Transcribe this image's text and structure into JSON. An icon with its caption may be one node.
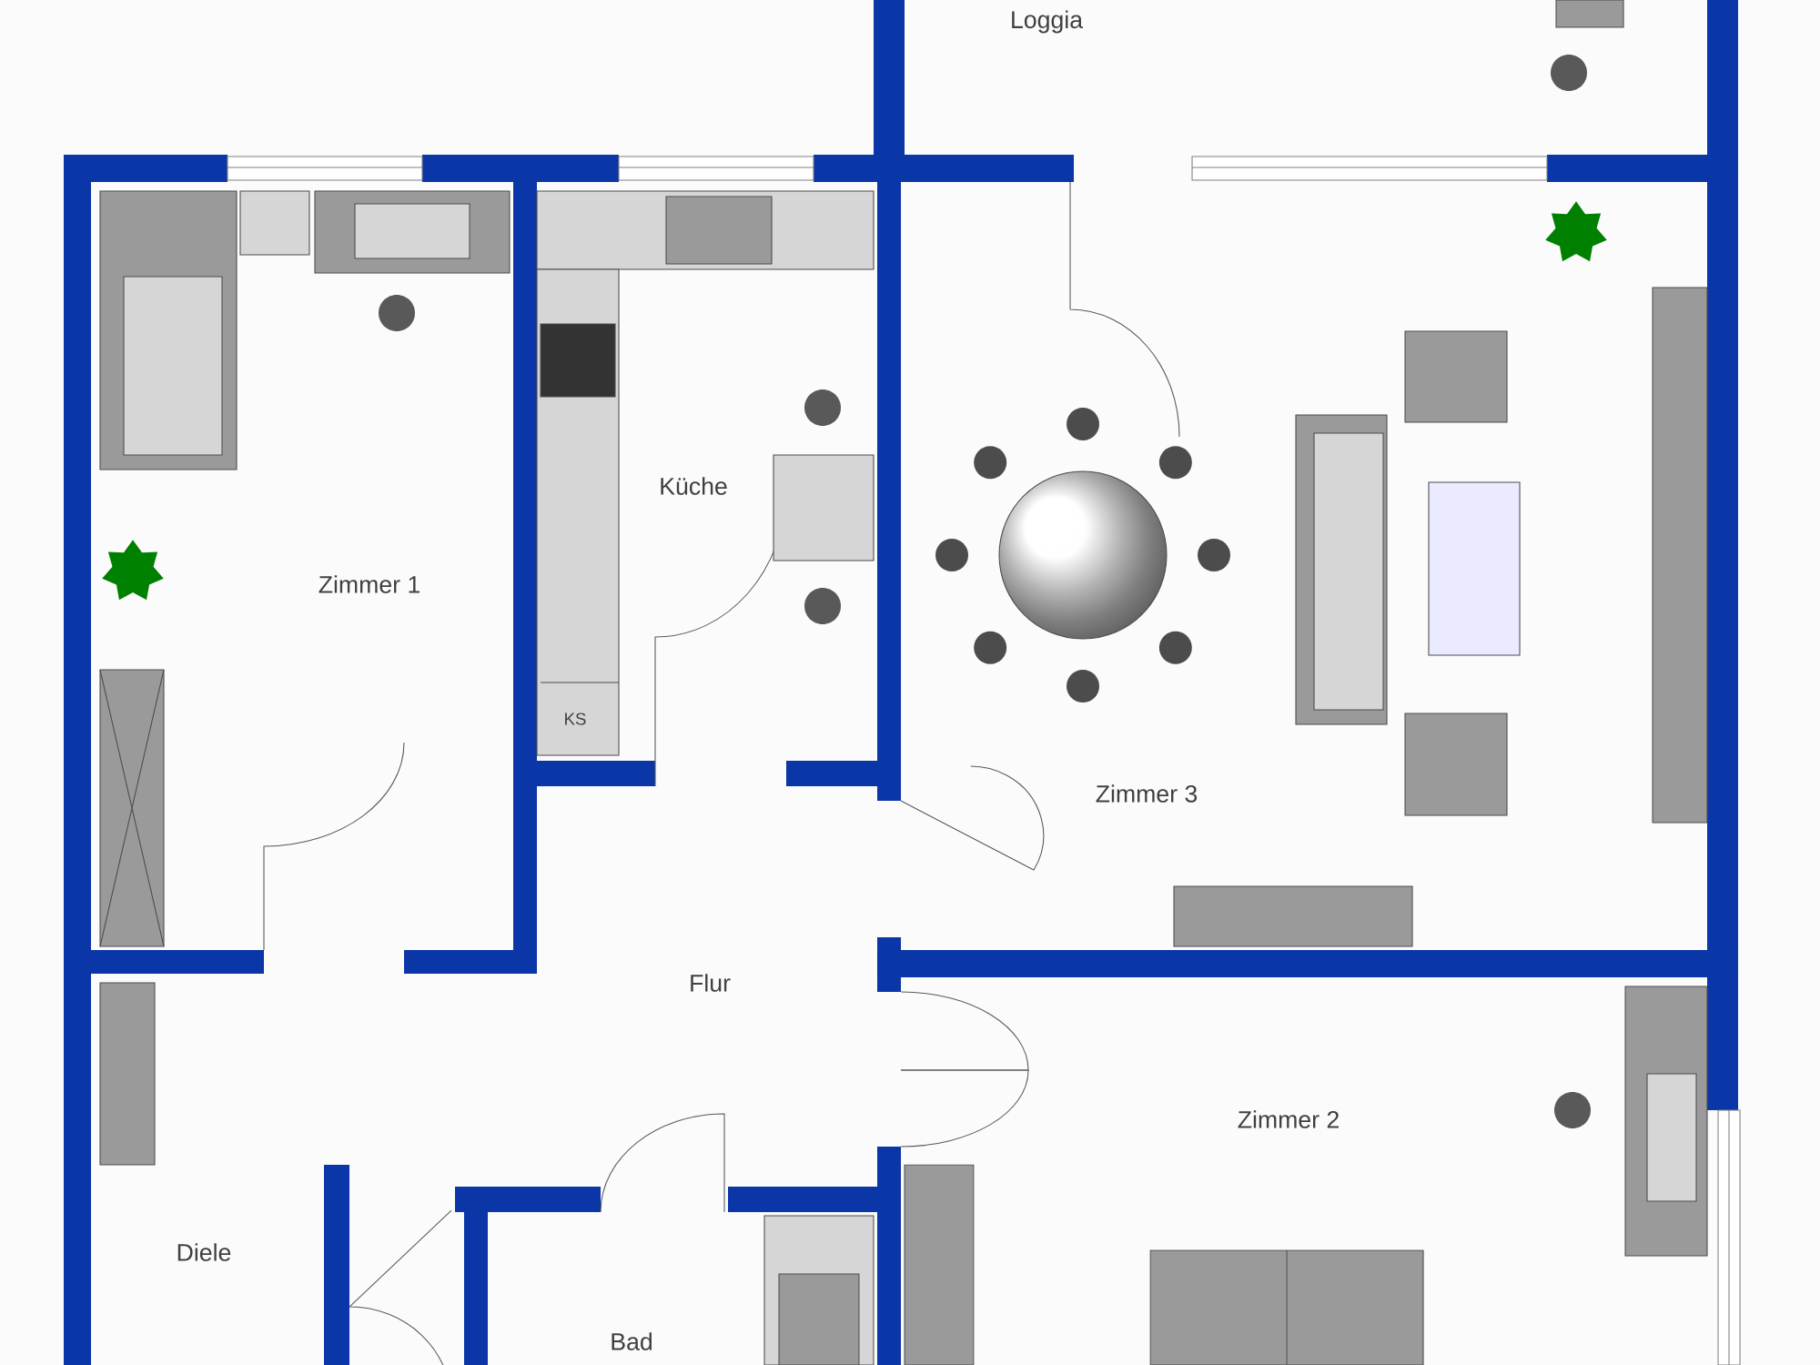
{
  "diagram": {
    "labels": [
      "Loggia",
      "Küche",
      "Zimmer 1",
      "KS",
      "Zimmer 3",
      "Flur",
      "Zimmer 2",
      "Diele",
      "Bad"
    ]
  }
}
